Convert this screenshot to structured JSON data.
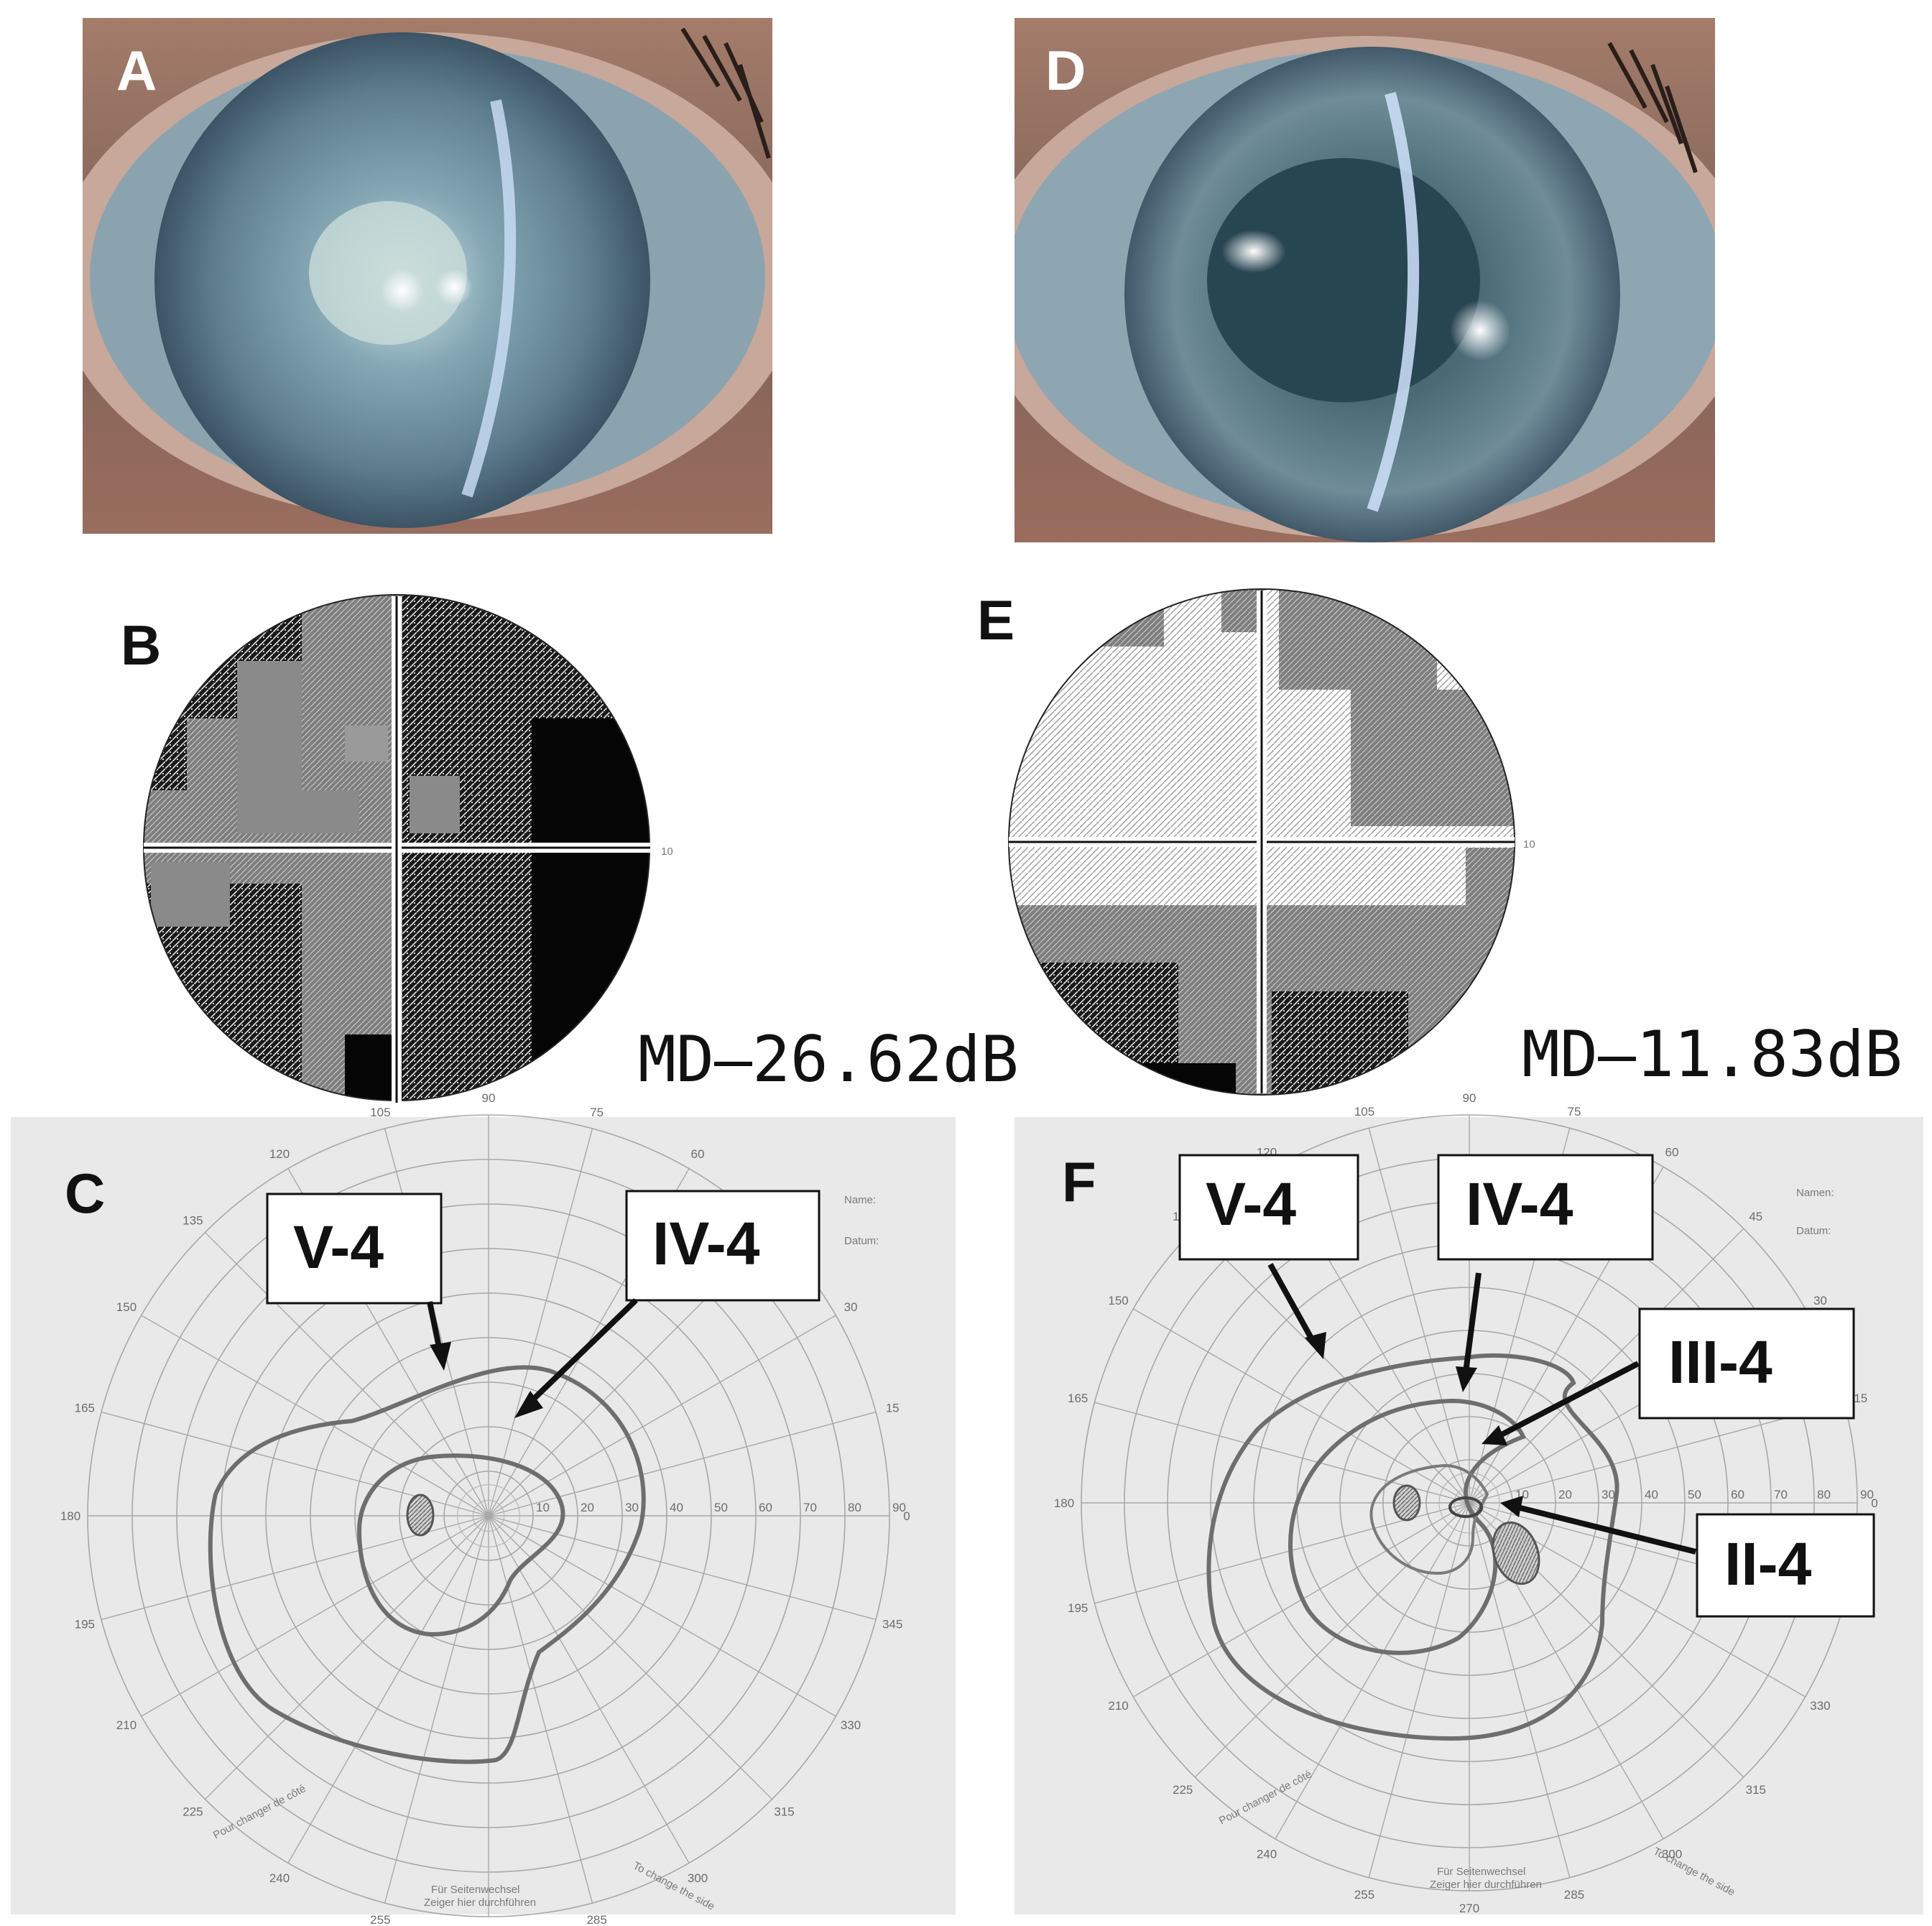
{
  "panels": {
    "A": {
      "letter": "A"
    },
    "B": {
      "letter": "B",
      "scale_label": "10",
      "md": "MD—26.62dB"
    },
    "C": {
      "letter": "C"
    },
    "D": {
      "letter": "D"
    },
    "E": {
      "letter": "E",
      "scale_label": "10",
      "md": "MD—11.83dB"
    },
    "F": {
      "letter": "F"
    }
  },
  "isopters": {
    "C": [
      "V-4",
      "IV-4"
    ],
    "F": [
      "V-4",
      "IV-4",
      "III-4",
      "II-4"
    ]
  },
  "perimeter": {
    "meridians": [
      "0",
      "15",
      "30",
      "45",
      "60",
      "75",
      "90",
      "105",
      "120",
      "135",
      "150",
      "165",
      "180",
      "195",
      "210",
      "225",
      "240",
      "255",
      "270",
      "285",
      "300",
      "315",
      "330",
      "345"
    ],
    "radii": [
      "10",
      "20",
      "30",
      "40",
      "50",
      "60",
      "70",
      "80",
      "90"
    ],
    "form_C": [
      "Name:",
      "Datum:",
      "Für Seitenwechsel",
      "Zeiger hier durchführen",
      "Pour changer de côté",
      "To change the side"
    ],
    "form_F": [
      "Namen:",
      "Datum:",
      "Für Seitenwechsel",
      "Zeiger hier durchführen",
      "Pour changer de côté",
      "To change the side"
    ]
  }
}
